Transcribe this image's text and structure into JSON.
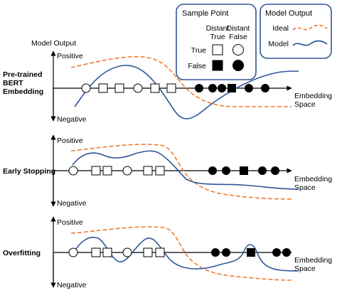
{
  "legend": {
    "sample_point": {
      "title": "Sample Point",
      "col_true": [
        "Distant",
        "True"
      ],
      "col_false": [
        "Distant",
        "False"
      ],
      "row_true": "True",
      "row_false": "False"
    },
    "model_output": {
      "title": "Model Output",
      "ideal": "Ideal",
      "model": "Model",
      "ideal_color": "#ed7d31",
      "model_color": "#2f5597"
    }
  },
  "axis_title": "Model Output",
  "panels": [
    {
      "label": [
        "Pre-trained",
        "BERT",
        "Embedding"
      ],
      "positive": "Positive",
      "negative": "Negative",
      "x_label": [
        "Embedding",
        "Space"
      ],
      "markers": [
        "circle-open",
        "square-open",
        "square-open",
        "circle-open",
        "square-open",
        "square-open",
        "circle-filled",
        "circle-filled",
        "circle-filled",
        "square-filled",
        "circle-filled",
        "circle-filled"
      ]
    },
    {
      "label": [
        "Early Stopping"
      ],
      "positive": "Positive",
      "negative": "Negative",
      "x_label": [
        "Embedding",
        "Space"
      ],
      "markers": [
        "circle-open",
        "square-open",
        "square-open",
        "circle-open",
        "square-open",
        "square-open",
        "circle-filled",
        "circle-filled",
        "square-filled",
        "circle-filled",
        "circle-filled"
      ]
    },
    {
      "label": [
        "Overfitting"
      ],
      "positive": "Positive",
      "negative": "Negative",
      "x_label": [
        "Embedding",
        "Space"
      ],
      "markers": [
        "circle-open",
        "square-open",
        "square-open",
        "circle-open",
        "square-open",
        "square-open",
        "circle-filled",
        "circle-filled",
        "square-filled",
        "circle-filled",
        "circle-filled"
      ]
    }
  ]
}
